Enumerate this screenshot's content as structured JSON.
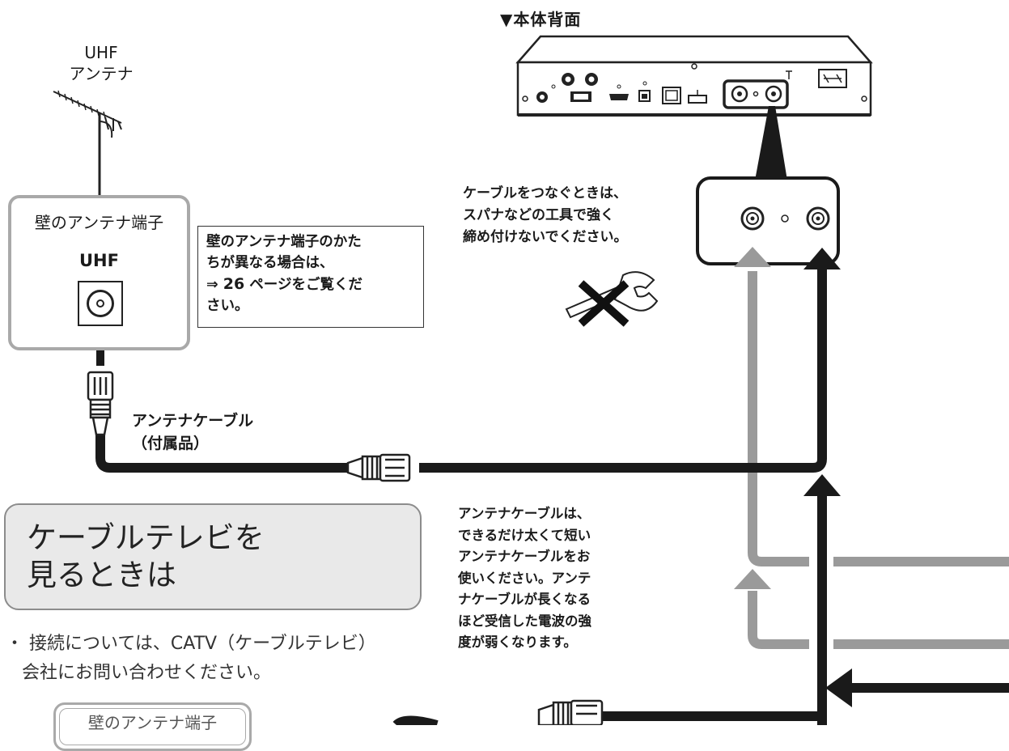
{
  "rear_panel": {
    "title": "▼本体背面"
  },
  "antenna": {
    "label_line1": "UHF",
    "label_line2": "アンテナ"
  },
  "wall_terminal": {
    "title": "壁のアンテナ端子",
    "type_label": "UHF"
  },
  "note_box": {
    "line1": "壁のアンテナ端子のかた",
    "line2": "ちが異なる場合は、",
    "line3_prefix": "⇒ ",
    "line3_page": "26",
    "line3_suffix": " ページをご覧くだ",
    "line4": "さい。"
  },
  "wrench_note": {
    "line1": "ケーブルをつなぐときは、",
    "line2": "スパナなどの工具で強く",
    "line3": "締め付けないでください。"
  },
  "cable_label": {
    "line1": "アンテナケーブル",
    "line2": "（付属品）"
  },
  "cable_note": {
    "line1": "アンテナケーブルは、",
    "line2": "できるだけ太くて短い",
    "line3": "アンテナケーブルをお",
    "line4": "使いください。アンテ",
    "line5": "ナケーブルが長くなる",
    "line6": "ほど受信した電波の強",
    "line7": "度が弱くなります。"
  },
  "catv_section": {
    "title_line1": "ケーブルテレビを",
    "title_line2": "見るときは",
    "bullet_line1": "・ 接続については、CATV（ケーブルテレビ）",
    "bullet_line2": "会社にお問い合わせください。"
  },
  "wall_terminal_2": {
    "title": "壁のアンテナ端子"
  },
  "colors": {
    "cable_dark": "#1a1a1a",
    "cable_gray": "#9a9a9a",
    "box_border": "#a9a9a9",
    "catv_bg": "#e9e9e9"
  },
  "icons": [
    "uhf-antenna-icon",
    "coax-socket-icon",
    "coax-plug-icon",
    "wrench-prohibited-icon",
    "device-rear-panel-icon"
  ]
}
